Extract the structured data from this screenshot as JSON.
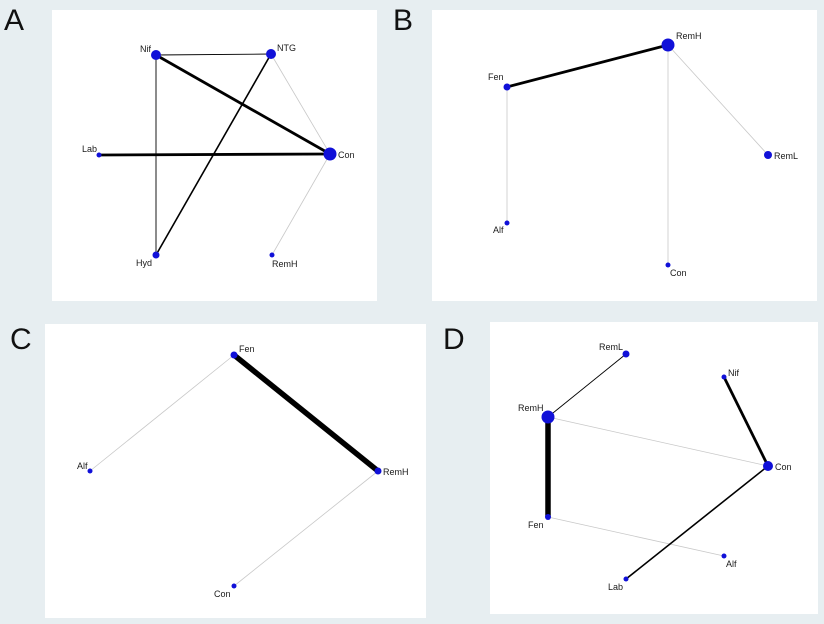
{
  "panels": [
    {
      "id": "A",
      "letter": "A",
      "nodes": [
        {
          "id": "Nif",
          "label": "Nif"
        },
        {
          "id": "NTG",
          "label": "NTG"
        },
        {
          "id": "Lab",
          "label": "Lab"
        },
        {
          "id": "Con",
          "label": "Con"
        },
        {
          "id": "Hyd",
          "label": "Hyd"
        },
        {
          "id": "RemH",
          "label": "RemH"
        }
      ],
      "edges": [
        {
          "from": "Nif",
          "to": "NTG",
          "weight": "thin"
        },
        {
          "from": "Nif",
          "to": "Con",
          "weight": "thick"
        },
        {
          "from": "Nif",
          "to": "Hyd",
          "weight": "thin"
        },
        {
          "from": "NTG",
          "to": "Hyd",
          "weight": "medium"
        },
        {
          "from": "NTG",
          "to": "Con",
          "weight": "faint"
        },
        {
          "from": "Lab",
          "to": "Con",
          "weight": "thick"
        },
        {
          "from": "Con",
          "to": "RemH",
          "weight": "faint"
        }
      ]
    },
    {
      "id": "B",
      "letter": "B",
      "nodes": [
        {
          "id": "RemH",
          "label": "RemH"
        },
        {
          "id": "Fen",
          "label": "Fen"
        },
        {
          "id": "RemL",
          "label": "RemL"
        },
        {
          "id": "Alf",
          "label": "Alf"
        },
        {
          "id": "Con",
          "label": "Con"
        }
      ],
      "edges": [
        {
          "from": "Fen",
          "to": "RemH",
          "weight": "thick"
        },
        {
          "from": "RemH",
          "to": "RemL",
          "weight": "faint"
        },
        {
          "from": "RemH",
          "to": "Con",
          "weight": "faint"
        },
        {
          "from": "Fen",
          "to": "Alf",
          "weight": "faint"
        }
      ]
    },
    {
      "id": "C",
      "letter": "C",
      "nodes": [
        {
          "id": "Fen",
          "label": "Fen"
        },
        {
          "id": "RemH",
          "label": "RemH"
        },
        {
          "id": "Alf",
          "label": "Alf"
        },
        {
          "id": "Con",
          "label": "Con"
        }
      ],
      "edges": [
        {
          "from": "Fen",
          "to": "RemH",
          "weight": "heavy"
        },
        {
          "from": "Fen",
          "to": "Alf",
          "weight": "faint"
        },
        {
          "from": "RemH",
          "to": "Con",
          "weight": "faint"
        }
      ]
    },
    {
      "id": "D",
      "letter": "D",
      "nodes": [
        {
          "id": "RemL",
          "label": "RemL"
        },
        {
          "id": "Nif",
          "label": "Nif"
        },
        {
          "id": "RemH",
          "label": "RemH"
        },
        {
          "id": "Con",
          "label": "Con"
        },
        {
          "id": "Fen",
          "label": "Fen"
        },
        {
          "id": "Alf",
          "label": "Alf"
        },
        {
          "id": "Lab",
          "label": "Lab"
        }
      ],
      "edges": [
        {
          "from": "RemL",
          "to": "RemH",
          "weight": "thin"
        },
        {
          "from": "Nif",
          "to": "Con",
          "weight": "thick"
        },
        {
          "from": "RemH",
          "to": "Con",
          "weight": "faint"
        },
        {
          "from": "RemH",
          "to": "Fen",
          "weight": "heavy"
        },
        {
          "from": "Fen",
          "to": "Alf",
          "weight": "faint"
        },
        {
          "from": "Con",
          "to": "Lab",
          "weight": "medium"
        }
      ]
    }
  ],
  "colors": {
    "node": "#1010d8",
    "edge_dark": "#000000",
    "edge_faint": "#c8c8c8",
    "panel_bg": "#ffffff",
    "figure_bg": "#e7eef1"
  }
}
